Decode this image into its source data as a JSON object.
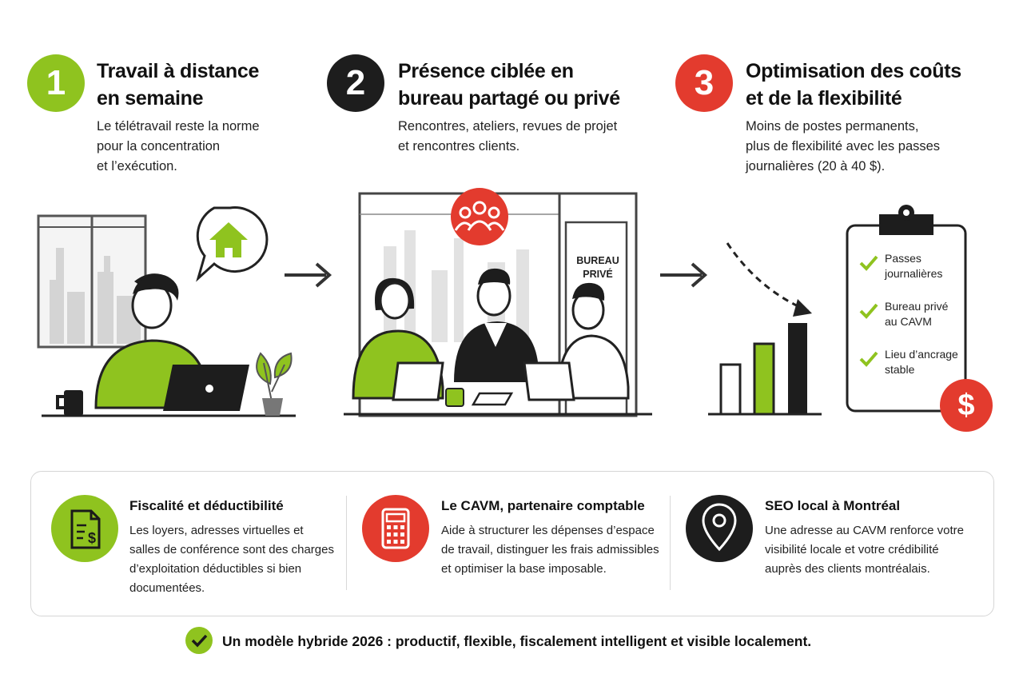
{
  "colors": {
    "green": "#8fc31f",
    "black": "#1d1d1d",
    "red": "#e33b2e",
    "gray": "#cfcfcf"
  },
  "steps": [
    {
      "number": "1",
      "title": "Travail à distance\nen semaine",
      "text": "Le télétravail reste la norme\npour la concentration\net l’exécution."
    },
    {
      "number": "2",
      "title": "Présence ciblée en\nbureau partagé ou privé",
      "text": "Rencontres, ateliers, revues de projet\net rencontres clients."
    },
    {
      "number": "3",
      "title": "Optimisation des coûts\net de la flexibilité",
      "text": "Moins de postes permanents,\nplus de flexibilité avec les passes\njournalières (20 à 40 $)."
    }
  ],
  "office_sign": "BUREAU\nPRIVÉ",
  "checklist": [
    "Passes\njournalières",
    "Bureau privé\nau CAVM",
    "Lieu d’ancrage\nstable"
  ],
  "dollar_sign": "$",
  "benefits": [
    {
      "icon": "document-dollar-icon",
      "title": "Fiscalité et déductibilité",
      "text": "Les loyers, adresses virtuelles et\nsalles de conférence sont des charges\nd’exploitation déductibles si bien\ndocumentées."
    },
    {
      "icon": "calculator-icon",
      "title": "Le CAVM, partenaire comptable",
      "text": "Aide à structurer les dépenses d’espace\nde travail, distinguer les frais admissibles\net optimiser la base imposable."
    },
    {
      "icon": "location-pin-icon",
      "title": "SEO local à Montréal",
      "text": "Une adresse au CAVM renforce votre\nvisibilité locale et votre crédibilité\nauprès des clients montréalais."
    }
  ],
  "footer": "Un modèle hybride 2026 : productif, flexible, fiscalement intelligent et visible localement."
}
